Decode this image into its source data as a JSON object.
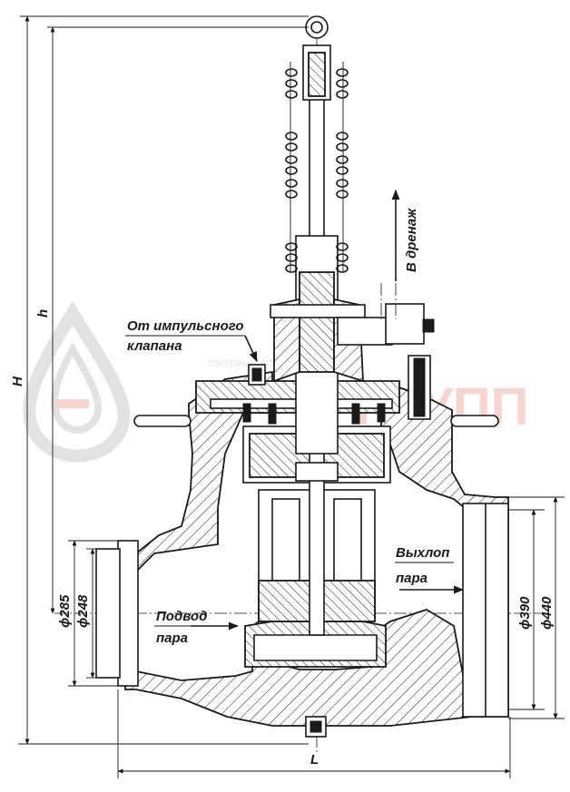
{
  "watermark": {
    "brand_text": "ГРУПП",
    "small_text": "ТОРГОВЫЙ ДОМ",
    "color": "#e26a5a"
  },
  "labels": {
    "impulse_valve_line1": "От импульсного",
    "impulse_valve_line2": "клапана",
    "drain": "В дренаж",
    "exhaust_line1": "Выхлоп",
    "exhaust_line2": "пара",
    "inlet_line1": "Подвод",
    "inlet_line2": "пара"
  },
  "dimensions": {
    "total_height": "H",
    "height": "h",
    "length": "L",
    "inlet_outer": "ϕ285",
    "inlet_inner": "ϕ248",
    "outlet_inner": "ϕ390",
    "outlet_outer": "ϕ440"
  },
  "colors": {
    "line": "#1a1a1a",
    "background": "#ffffff"
  }
}
